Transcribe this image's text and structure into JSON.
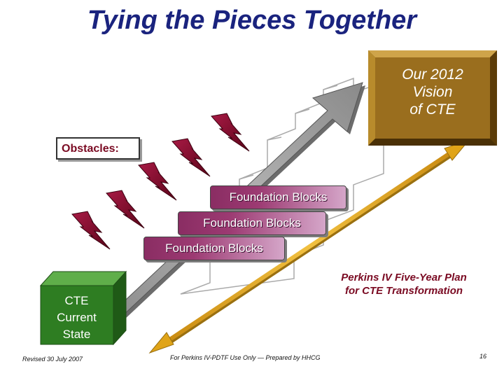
{
  "title": "Tying the Pieces Together",
  "vision_box": {
    "lines": [
      "Our 2012",
      "Vision",
      "of CTE"
    ]
  },
  "obstacles_label": "Obstacles:",
  "foundation_blocks": [
    "Foundation Blocks",
    "Foundation Blocks",
    "Foundation Blocks"
  ],
  "cte_box": {
    "lines": [
      "CTE",
      "Current",
      "State"
    ]
  },
  "plan_label": {
    "lines": [
      "Perkins IV Five-Year Plan",
      "for CTE Transformation"
    ]
  },
  "footer": {
    "left": "Revised 30 July 2007",
    "center": "For Perkins IV-PDTF Use Only — Prepared by HHCG",
    "page_number": "16"
  },
  "colors": {
    "title": "#1a237e",
    "vision_box": "#9a6e1e",
    "lightning": "#7d0b2b",
    "foundation_block": "#8a2d63",
    "cte_box": "#2e7d22",
    "plan_arrow": "#e0a418",
    "main_arrow": "#a0a0a0",
    "plan_text": "#7a0a22"
  }
}
